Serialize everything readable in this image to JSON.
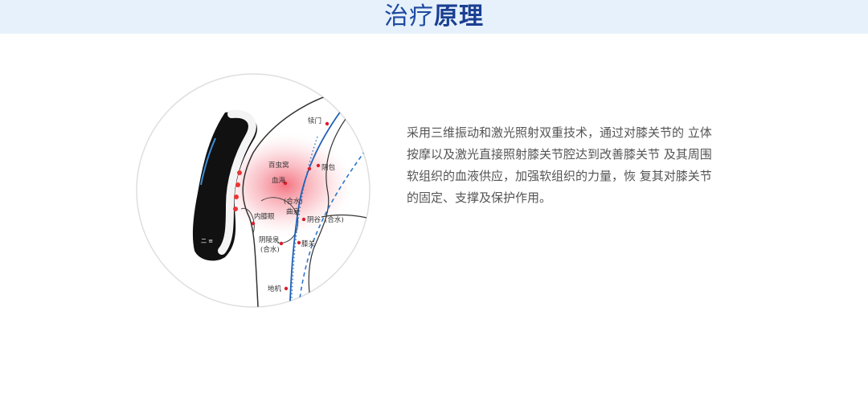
{
  "header": {
    "title_light": "治疗",
    "title_bold": "原理",
    "background": "#e6f1fb",
    "title_color": "#1e4aa0"
  },
  "illustration": {
    "acupoints": [
      "犊门",
      "百虫窝",
      "阴包",
      "血海",
      "(合水)",
      "曲泉",
      "内膝眼",
      "阴谷",
      "(合水)",
      "阴陵泉",
      "(合水)",
      "膝关",
      "地机"
    ],
    "device_label": "二 ≡"
  },
  "description": {
    "lines": [
      "采用三维振动和激光照射双重技术，通过对膝关节的 立体",
      "按摩以及激光直接照射膝关节腔达到改善膝关节 及其周围",
      "软组织的血液供应，加强软组织的力量，恢 复其对膝关节",
      "的固定、支撑及保护作用。"
    ]
  }
}
